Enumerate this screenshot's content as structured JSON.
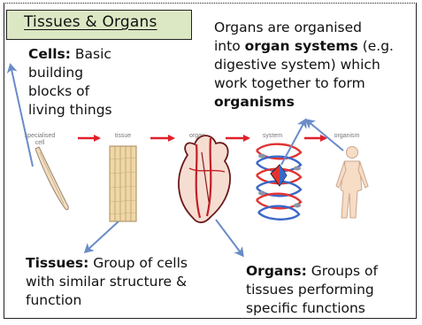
{
  "title": "Tissues & Organs",
  "top_note": {
    "line1": "Organs are organised",
    "line2_pre": "into ",
    "line2_bold": "organ systems",
    "line2_post": " (e.g.",
    "line3": "digestive system) which",
    "line4": "work together to form",
    "line5_bold": "organisms"
  },
  "cells": {
    "term": "Cells:",
    "def1": " Basic",
    "def2": "building",
    "def3": "blocks of",
    "def4": "living things"
  },
  "stages": {
    "specialised_l1": "specialised",
    "specialised_l2": "cell",
    "tissue": "tissue",
    "organ": "organ",
    "system": "system",
    "organism": "organism"
  },
  "tissues": {
    "term": "Tissues:",
    "def1": " Group of cells",
    "def2": "with similar structure &",
    "def3": "function"
  },
  "organs": {
    "term": "Organs:",
    "def1": " Groups of",
    "def2": "tissues performing",
    "def3": "specific functions"
  },
  "colors": {
    "title_bg": "#dce8c4",
    "flow_arrow": "#e0202a",
    "pointer_arrow": "#6a8cc8",
    "tissue_fill": "#efd7a6",
    "organ_fill": "#f6ddd2",
    "system_fill": "#e23333",
    "system_blue": "#3a68c8",
    "organism_fill": "#f7dcc6"
  }
}
